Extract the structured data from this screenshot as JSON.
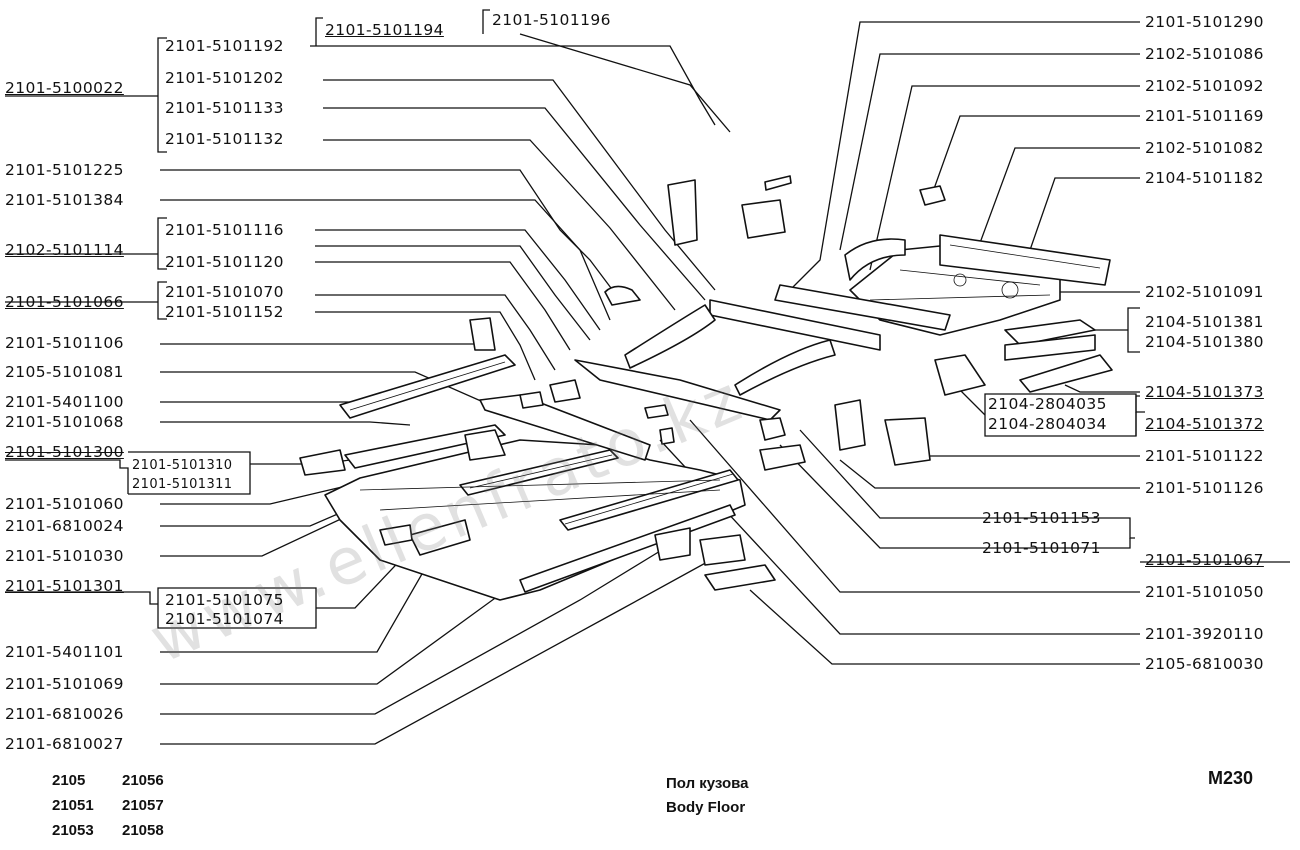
{
  "labels": {
    "l_5100022": "2101-5100022",
    "l_5101192": "2101-5101192",
    "l_5101194": "2101-5101194",
    "l_5101196": "2101-5101196",
    "l_5101202": "2101-5101202",
    "l_5101133": "2101-5101133",
    "l_5101132": "2101-5101132",
    "l_5101225": "2101-5101225",
    "l_5101384": "2101-5101384",
    "l_5101116": "2101-5101116",
    "l_5101114": "2102-5101114",
    "l_5101120": "2101-5101120",
    "l_5101070": "2101-5101070",
    "l_5101066": "2101-5101066",
    "l_5101152": "2101-5101152",
    "l_5101106": "2101-5101106",
    "l_5101081": "2105-5101081",
    "l_5401100": "2101-5401100",
    "l_5101068": "2101-5101068",
    "l_5101300": "2101-5101300",
    "l_5101310": "2101-5101310",
    "l_5101311": "2101-5101311",
    "l_5101060": "2101-5101060",
    "l_6810024": "2101-6810024",
    "l_5101030": "2101-5101030",
    "l_5101301": "2101-5101301",
    "l_5101075": "2101-5101075",
    "l_5101074": "2101-5101074",
    "l_5401101": "2101-5401101",
    "l_5101069": "2101-5101069",
    "l_6810026": "2101-6810026",
    "l_6810027": "2101-6810027",
    "r_5101290": "2101-5101290",
    "r_5101086": "2102-5101086",
    "r_5101092": "2102-5101092",
    "r_5101169": "2101-5101169",
    "r_5101082": "2102-5101082",
    "r_5101182": "2104-5101182",
    "r_5101091": "2102-5101091",
    "r_5101381": "2104-5101381",
    "r_5101380": "2104-5101380",
    "r_5101373": "2104-5101373",
    "r_2804035": "2104-2804035",
    "r_2804034": "2104-2804034",
    "r_5101372": "2104-5101372",
    "r_5101122": "2101-5101122",
    "r_5101126": "2101-5101126",
    "r_5101153": "2101-5101153",
    "r_5101071": "2101-5101071",
    "r_5101067": "2101-5101067",
    "r_5101050": "2101-5101050",
    "r_3920110": "2101-3920110",
    "r_6810030": "2105-6810030"
  },
  "models": [
    "2105",
    "21056",
    "21051",
    "21057",
    "21053",
    "21058"
  ],
  "title_ru": "Пол кузова",
  "title_en": "Body Floor",
  "figure_code": "M230",
  "watermark": "www.ellenfrato.kz"
}
